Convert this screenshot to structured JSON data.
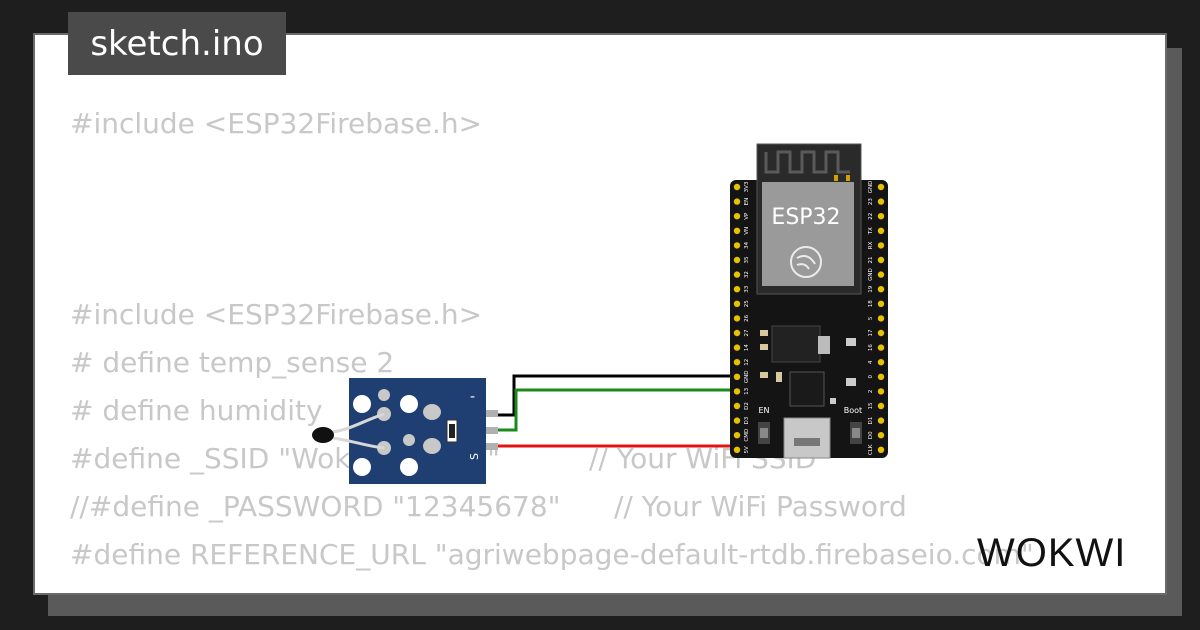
{
  "tab": {
    "filename": "sketch.ino"
  },
  "code_lines": [
    "#include <ESP32Firebase.h>",
    "#include <ESP32Firebase.h>",
    "# define temp_sense 2",
    "# define humidity",
    "#define _SSID \"Wokwi-GUEST\"          // Your WiFi SSID",
    "//#define _PASSWORD \"12345678\"      // Your WiFi Password",
    "#define REFERENCE_URL \"agriwebpage-default-rtdb.firebaseio.com\""
  ],
  "esp32": {
    "label": "ESP32",
    "left_pins": [
      "3V3",
      "EN",
      "VP",
      "VN",
      "34",
      "35",
      "32",
      "33",
      "25",
      "26",
      "27",
      "14",
      "12",
      "GND",
      "13",
      "D2",
      "D3",
      "CMD",
      "5V"
    ],
    "right_pins": [
      "GND",
      "23",
      "22",
      "TX",
      "RX",
      "21",
      "GND",
      "19",
      "18",
      "5",
      "17",
      "16",
      "4",
      "0",
      "2",
      "15",
      "D1",
      "D0",
      "CLK"
    ],
    "en_label": "EN",
    "boot_label": "Boot"
  },
  "sensor": {
    "minus_label": "-",
    "s_label": "S"
  },
  "wires": {
    "black": "#000000",
    "green": "#1a8a1a",
    "red": "#e11414"
  },
  "logo": {
    "text": "WOKWI"
  }
}
